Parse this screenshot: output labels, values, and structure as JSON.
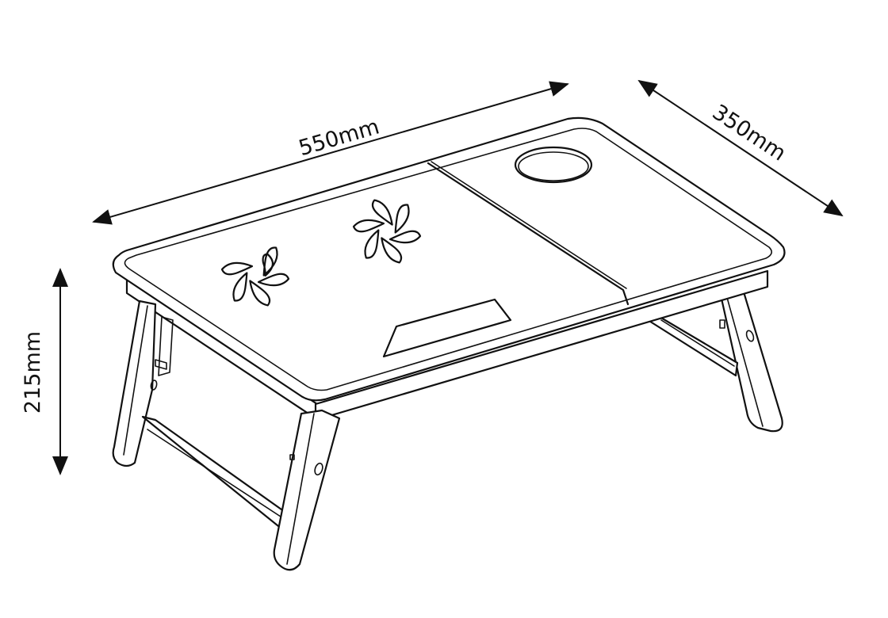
{
  "dimensions": {
    "length": "550mm",
    "depth": "350mm",
    "height": "215mm"
  },
  "colors": {
    "line": "#111111",
    "background": "#ffffff"
  }
}
